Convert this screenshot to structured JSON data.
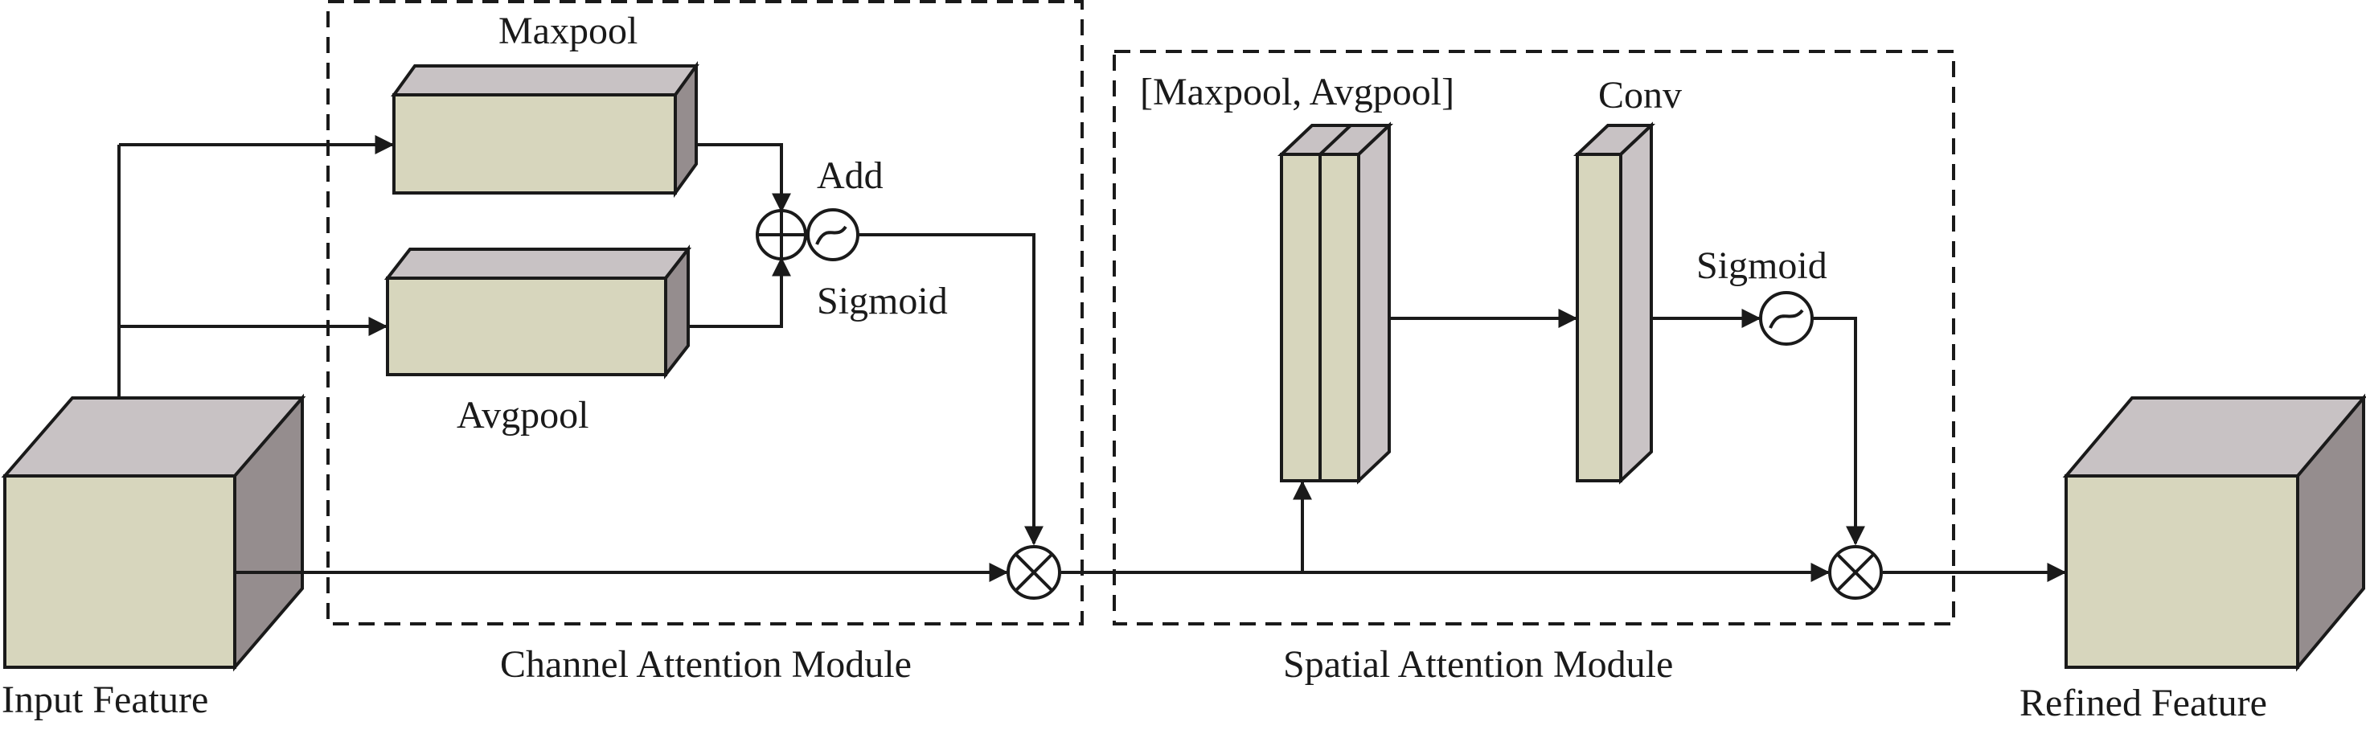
{
  "labels": {
    "input_feature": "Input Feature",
    "refined_feature": "Refined Feature",
    "maxpool": "Maxpool",
    "avgpool": "Avgpool",
    "add": "Add",
    "channel_sigmoid": "Sigmoid",
    "concat": "[Maxpool, Avgpool]",
    "conv": "Conv",
    "spatial_sigmoid": "Sigmoid",
    "channel_module": "Channel Attention Module",
    "spatial_module": "Spatial Attention Module"
  },
  "colors": {
    "block_front": "#d7d6bd",
    "block_top": "#c8c2c4",
    "block_side": "#958d8e",
    "stroke": "#1a1a1a"
  }
}
